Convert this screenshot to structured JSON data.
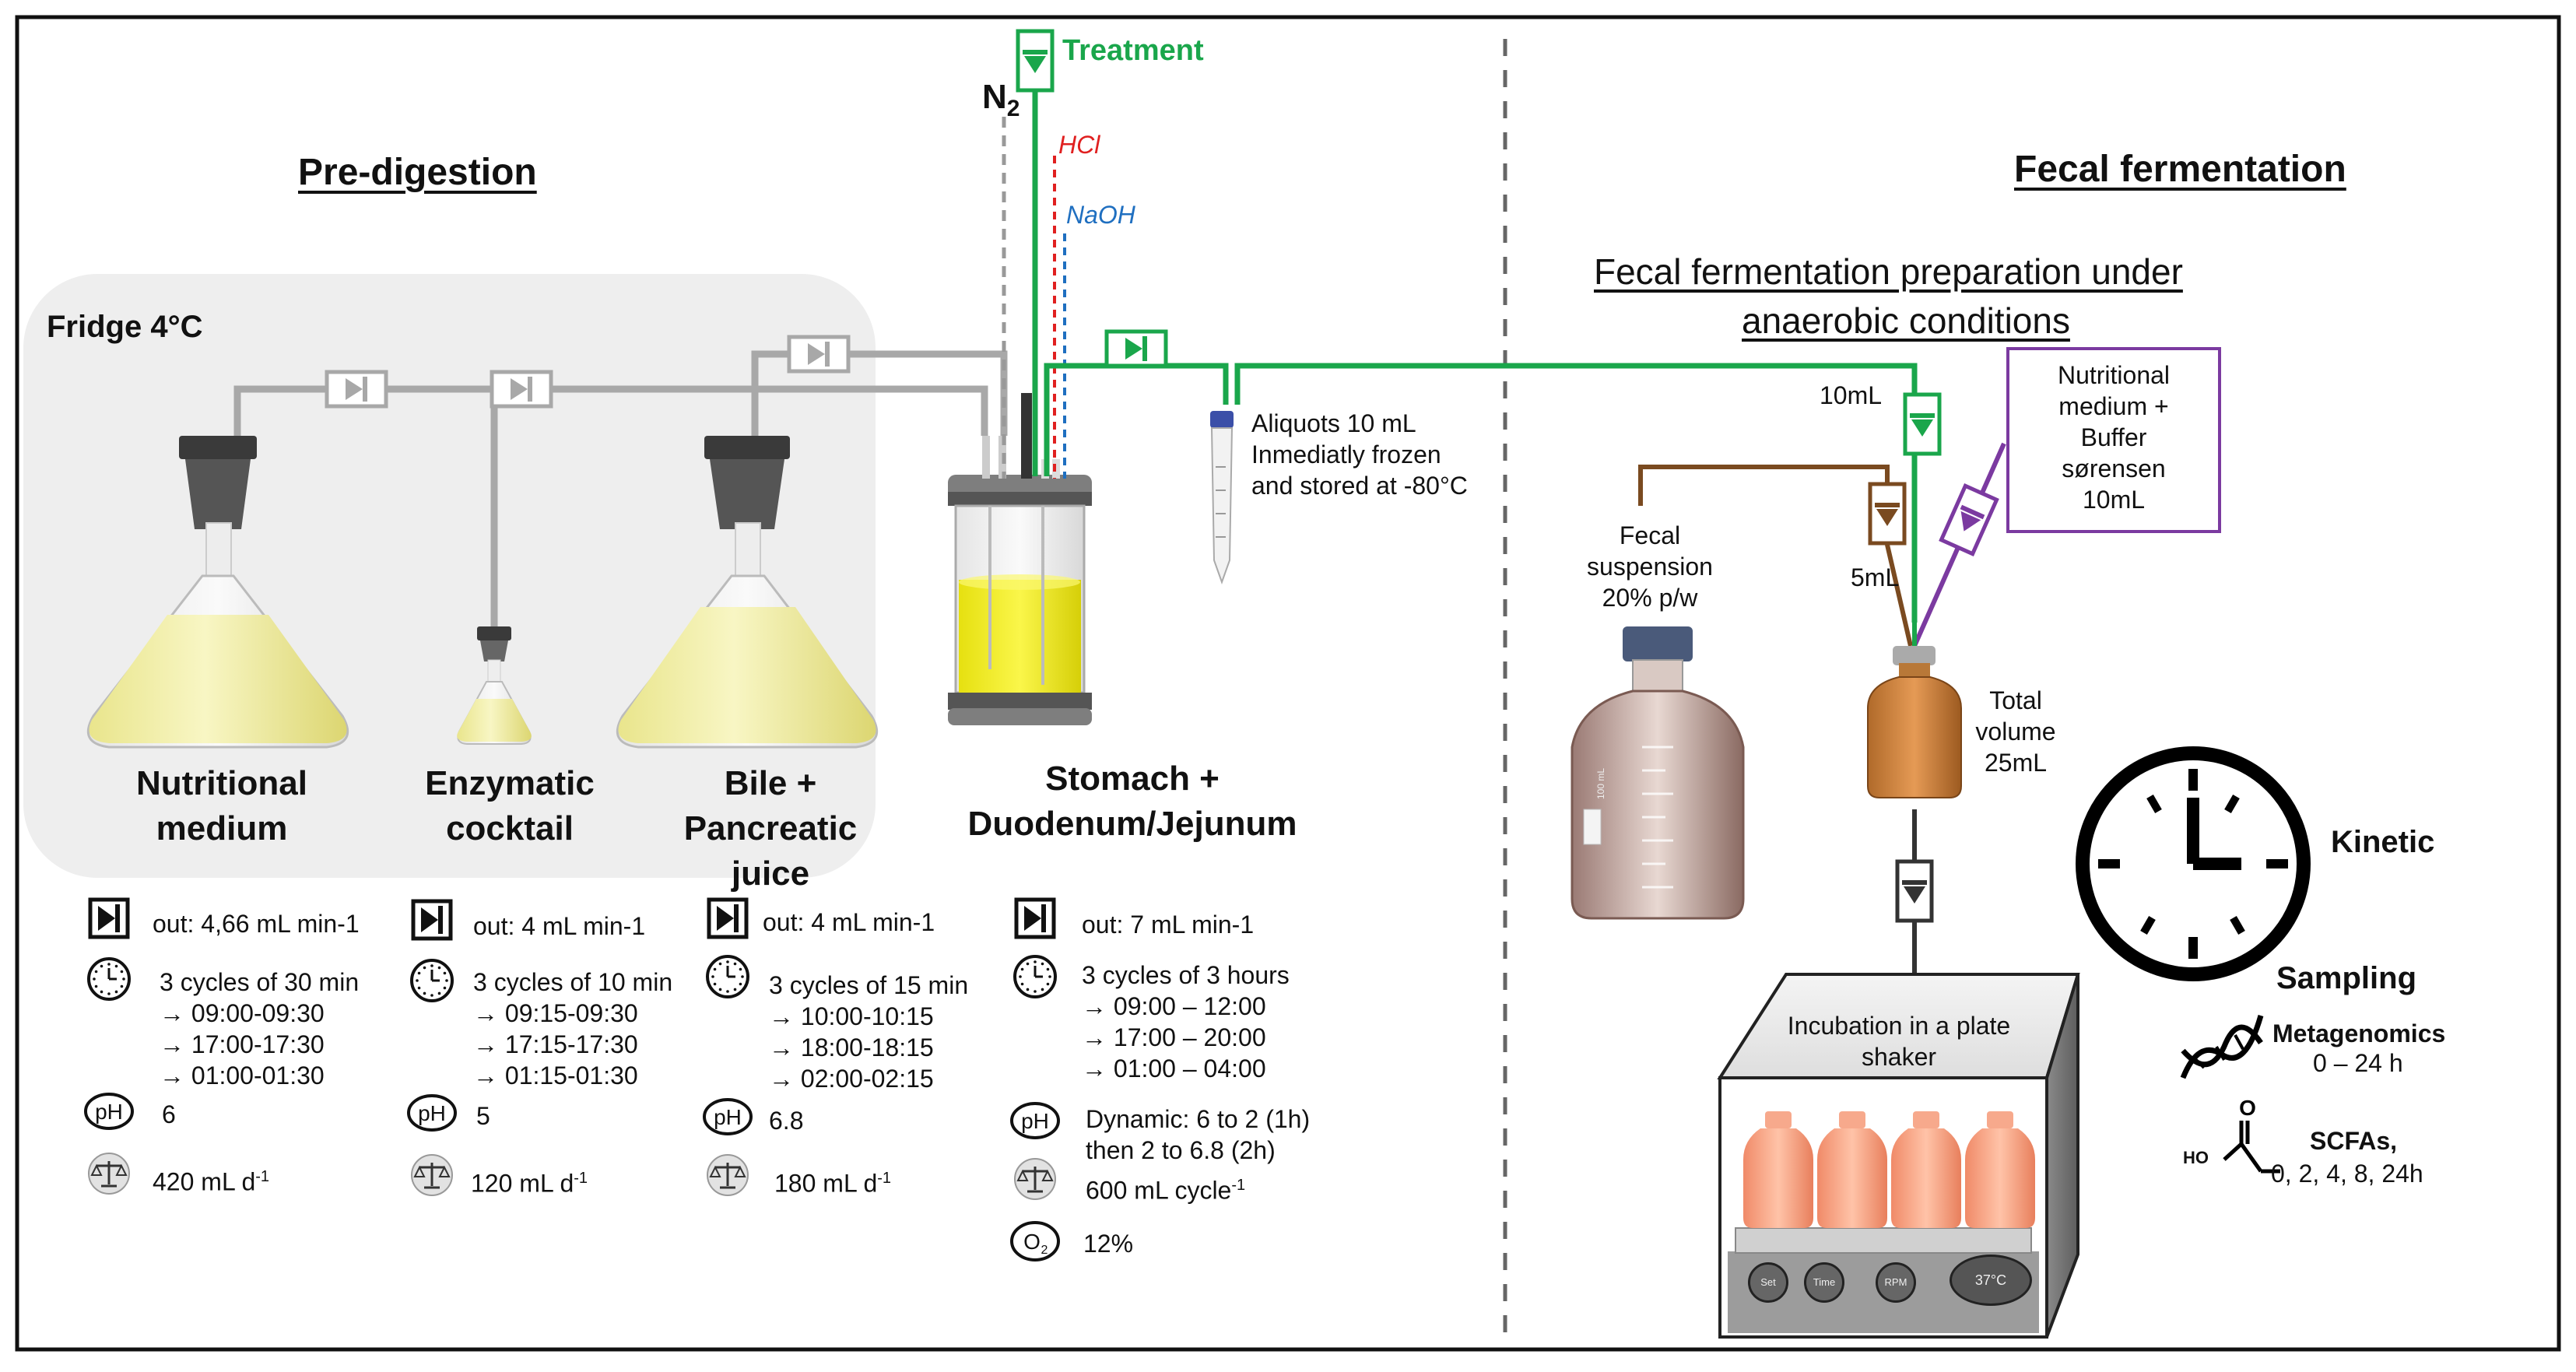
{
  "sections": {
    "pre_digestion": "Pre-digestion",
    "fecal_fermentation": "Fecal fermentation",
    "prep_line1": "Fecal fermentation preparation under",
    "prep_line2": "anaerobic conditions"
  },
  "fridge": "Fridge 4°C",
  "vessels": {
    "nutritional": [
      "Nutritional",
      "medium"
    ],
    "enzymatic": [
      "Enzymatic",
      "cocktail"
    ],
    "bile": [
      "Bile +",
      "Pancreatic",
      "juice"
    ],
    "stomach": [
      "Stomach +",
      "Duodenum/Jejunum"
    ]
  },
  "inputs": {
    "treatment": "Treatment",
    "n2": "N",
    "n2_sub": "2",
    "hcl": "HCl",
    "naoh": "NaOH"
  },
  "aliquot": [
    "Aliquots 10 mL",
    "Inmediatly frozen",
    "and stored at -80°C"
  ],
  "params": [
    {
      "out": "out: 4,66 mL min-1",
      "cycles": [
        "3 cycles of 30 min",
        "→   09:00-09:30",
        "→   17:00-17:30",
        "→   01:00-01:30"
      ],
      "ph_icon": "pH",
      "ph": "6",
      "vol": "420 mL d",
      "vol_sup": "-1"
    },
    {
      "out": "out: 4 mL min-1",
      "cycles": [
        "3 cycles of 10 min",
        "→   09:15-09:30",
        "→   17:15-17:30",
        "→   01:15-01:30"
      ],
      "ph_icon": "pH",
      "ph": "5",
      "vol": "120 mL d",
      "vol_sup": "-1"
    },
    {
      "out": "out: 4 mL min-1",
      "cycles": [
        "3 cycles of 15 min",
        "→   10:00-10:15",
        "→   18:00-18:15",
        "→   02:00-02:15"
      ],
      "ph_icon": "pH",
      "ph": "6.8",
      "vol": "180 mL d",
      "vol_sup": "-1"
    },
    {
      "out": "out: 7 mL min-1",
      "cycles": [
        "3 cycles of 3 hours",
        "→   09:00 – 12:00",
        "→   17:00 – 20:00",
        "→   01:00 – 04:00"
      ],
      "ph_icon": "pH",
      "ph": [
        "Dynamic: 6 to 2 (1h)",
        "then 2 to 6.8 (2h)"
      ],
      "vol": "600 mL cycle",
      "vol_sup": "-1",
      "o2_icon": "O",
      "o2_sub": "2",
      "o2": "12%"
    }
  ],
  "fermentation": {
    "ml10": "10mL",
    "ml5": "5mL",
    "nutri_box": [
      "Nutritional",
      "medium +",
      "Buffer",
      "sørensen",
      "10mL"
    ],
    "fecal_susp": [
      "Fecal",
      "suspension",
      "20% p/w"
    ],
    "total": [
      "Total",
      "volume",
      "25mL"
    ],
    "incubation": [
      "Incubation in a plate",
      "shaker"
    ],
    "shaker_buttons": [
      "Set",
      "Time",
      "RPM"
    ],
    "shaker_temp": "37°C",
    "bottle_label": "100 mL",
    "kinetic": "Kinetic",
    "sampling": "Sampling",
    "metagenomics": "Metagenomics",
    "metagenomics_range": "0 – 24 h",
    "scfa": "SCFAs,",
    "scfa_times": "0, 2, 4, 8, 24h",
    "hoo": "HO"
  },
  "colors": {
    "green": "#1aa64b",
    "brown": "#7a4a20",
    "purple": "#7b3aa0",
    "red": "#e02020",
    "blue": "#1f6fc0",
    "grey_tube": "#a8a8a8",
    "fridge_bg": "#eeeeee",
    "liquid": "#f2f0a0"
  }
}
